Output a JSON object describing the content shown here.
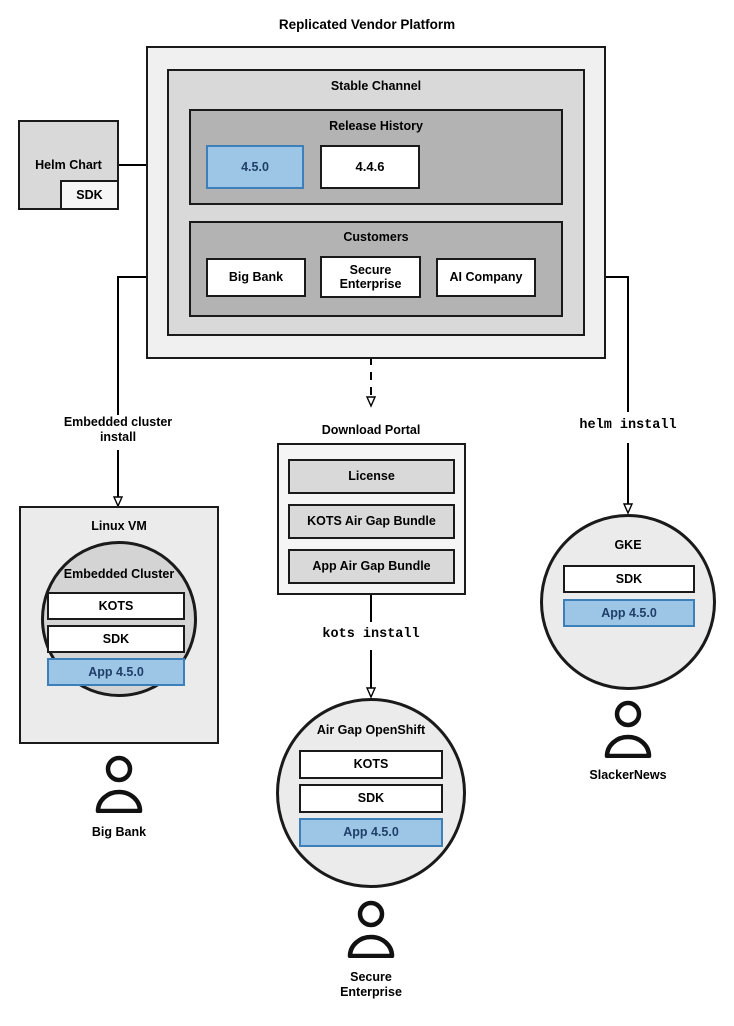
{
  "diagram": {
    "title": "Replicated Vendor Platform",
    "platform": {
      "channel_title": "Stable Channel",
      "release_history": {
        "title": "Release History",
        "releases": [
          {
            "version": "4.5.0",
            "highlighted": true
          },
          {
            "version": "4.4.6",
            "highlighted": false
          }
        ]
      },
      "customers": {
        "title": "Customers",
        "items": [
          {
            "name": "Big Bank"
          },
          {
            "name": "Secure\nEnterprise"
          },
          {
            "name": "AI Company"
          }
        ]
      }
    },
    "helm_chart": {
      "title": "Helm Chart",
      "sdk_label": "SDK"
    },
    "edges": [
      {
        "label": "Embedded cluster\ninstall",
        "style": "solid"
      },
      {
        "label": "kots install",
        "style": "solid",
        "mono": true
      },
      {
        "label": "helm install",
        "style": "solid",
        "mono": true
      }
    ],
    "download_portal": {
      "title": "Download Portal",
      "artifacts": [
        "License",
        "KOTS Air Gap Bundle",
        "App Air Gap Bundle"
      ]
    },
    "targets": [
      {
        "host_label": "Linux VM",
        "inner_label": "Embedded Cluster",
        "components": [
          {
            "label": "KOTS",
            "highlighted": false
          },
          {
            "label": "SDK",
            "highlighted": false
          },
          {
            "label": "App 4.5.0",
            "highlighted": true
          }
        ],
        "actor": "Big Bank"
      },
      {
        "host_label": "Air Gap OpenShift",
        "components": [
          {
            "label": "KOTS",
            "highlighted": false
          },
          {
            "label": "SDK",
            "highlighted": false
          },
          {
            "label": "App 4.5.0",
            "highlighted": true
          }
        ],
        "actor": "Secure\nEnterprise"
      },
      {
        "host_label": "GKE",
        "components": [
          {
            "label": "SDK",
            "highlighted": false
          },
          {
            "label": "App 4.5.0",
            "highlighted": true
          }
        ],
        "actor": "SlackerNews"
      }
    ],
    "colors": {
      "accent_blue_fill": "#9dc6e6",
      "accent_blue_border": "#3c7fb9",
      "accent_blue_text": "#1f3f66",
      "stroke": "#1a1a1a",
      "platform_bg": "#f0f0f0",
      "channel_bg": "#d9d9d9",
      "group_bg": "#b3b3b3"
    }
  }
}
